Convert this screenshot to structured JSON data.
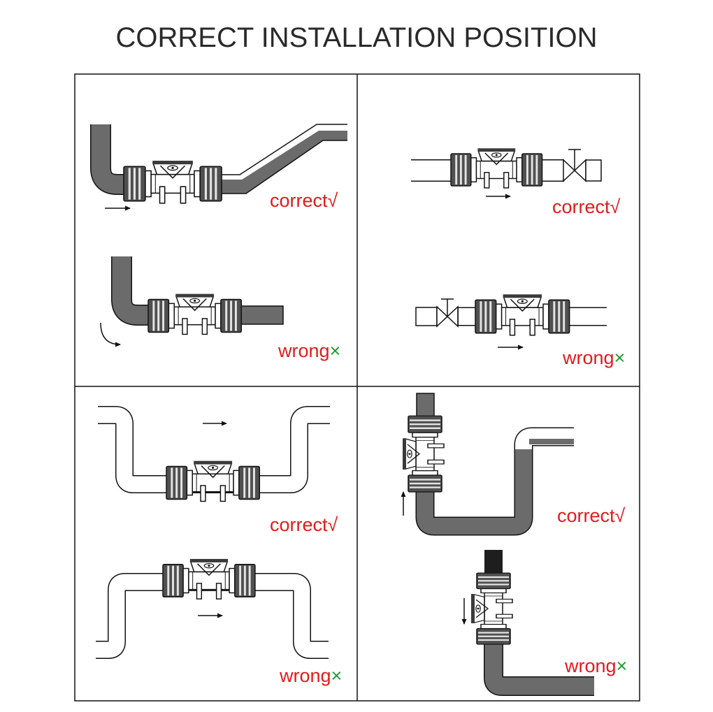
{
  "title": "CORRECT INSTALLATION POSITION",
  "panels": [
    {
      "scenarios": [
        {
          "label": "correct",
          "mark": "√"
        },
        {
          "label": "wrong",
          "mark": "×"
        }
      ]
    },
    {
      "scenarios": [
        {
          "label": "correct",
          "mark": "√"
        },
        {
          "label": "wrong",
          "mark": "×"
        }
      ]
    },
    {
      "scenarios": [
        {
          "label": "correct",
          "mark": "√"
        },
        {
          "label": "wrong",
          "mark": "×"
        }
      ]
    },
    {
      "scenarios": [
        {
          "label": "correct",
          "mark": "√"
        },
        {
          "label": "wrong",
          "mark": "×"
        }
      ]
    }
  ],
  "colors": {
    "label": "#e21b1b",
    "check": "#e21b1b",
    "cross": "#1f9a2e",
    "pipe": "#6b6b6b"
  }
}
